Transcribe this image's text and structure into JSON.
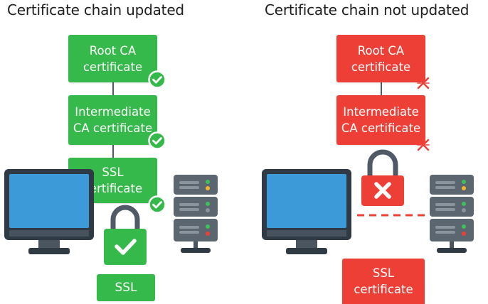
{
  "left": {
    "title": "Certificate chain updated",
    "root": [
      "Root CA",
      "certificate"
    ],
    "intermediate": [
      "Intermediate",
      "CA certificate"
    ],
    "ssl_cert": [
      "SSL",
      "certificate"
    ],
    "ssl_badge": "SSL",
    "status": "valid"
  },
  "right": {
    "title": "Certificate chain not updated",
    "root": [
      "Root CA",
      "certificate"
    ],
    "intermediate": [
      "Intermediate",
      "CA certificate"
    ],
    "ssl_cert": [
      "SSL",
      "certificate"
    ],
    "status": "broken"
  },
  "colors": {
    "valid": "#35b94a",
    "error": "#ee3f37",
    "monitor_frame": "#2f3a45",
    "monitor_screen": "#3d9ad9",
    "server": "#5c6670"
  },
  "icons": [
    "check-icon",
    "broken-link-icon",
    "padlock-icon",
    "x-icon",
    "monitor-icon",
    "server-icon"
  ]
}
